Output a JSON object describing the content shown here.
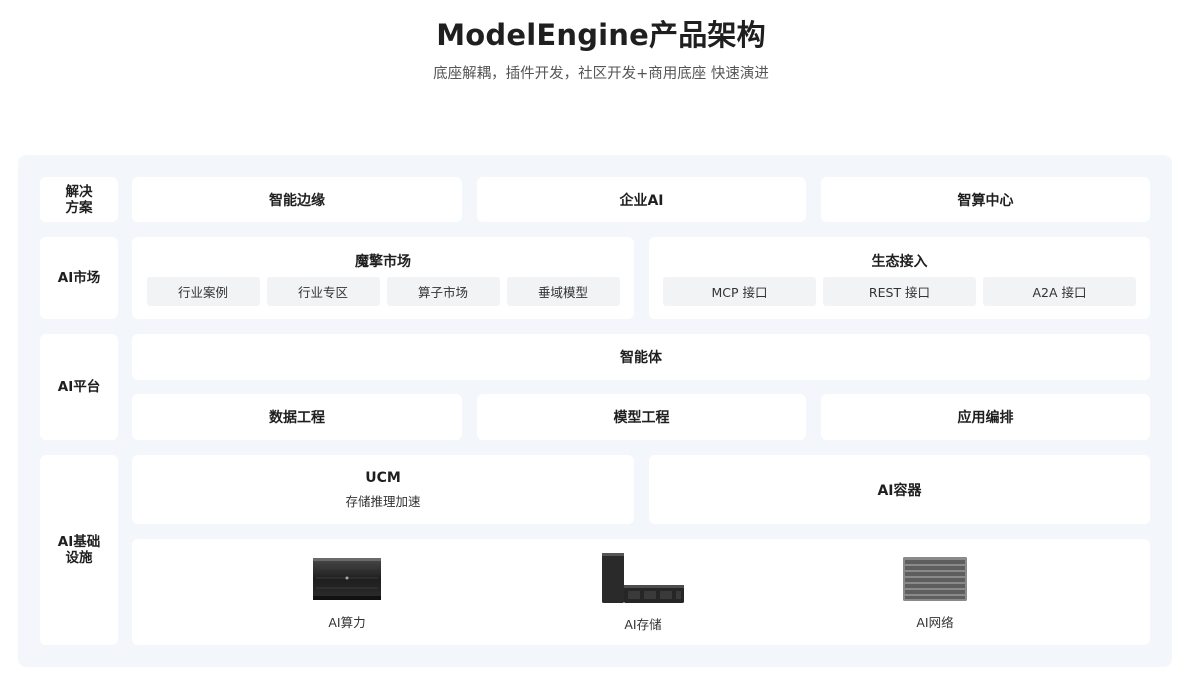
{
  "header": {
    "title": "ModelEngine产品架构",
    "subtitle": "底座解耦，插件开发，社区开发+商用底座 快速演进"
  },
  "rows": {
    "solutions": {
      "label": "解决\n方案",
      "items": [
        "智能边缘",
        "企业AI",
        "智算中心"
      ]
    },
    "market": {
      "label": "AI市场",
      "groups": [
        {
          "title": "魔擎市场",
          "chips": [
            "行业案例",
            "行业专区",
            "算子市场",
            "垂域模型"
          ]
        },
        {
          "title": "生态接入",
          "chips": [
            "MCP 接口",
            "REST 接口",
            "A2A 接口"
          ]
        }
      ]
    },
    "platform": {
      "label": "AI平台",
      "top": "智能体",
      "items": [
        "数据工程",
        "模型工程",
        "应用编排"
      ]
    },
    "infra": {
      "label": "AI基础\n设施",
      "ucm": {
        "title": "UCM",
        "subtitle": "存储推理加速"
      },
      "container": "AI容器",
      "hardware": [
        {
          "label": "AI算力",
          "icon": "ai-compute-server-icon"
        },
        {
          "label": "AI存储",
          "icon": "ai-storage-rack-icon"
        },
        {
          "label": "AI网络",
          "icon": "ai-network-switch-icon"
        }
      ]
    }
  },
  "colors": {
    "panel_bg": "#f3f6fa",
    "card_bg": "#ffffff",
    "chip_bg": "#f2f3f5",
    "text": "#1f1f1f"
  }
}
